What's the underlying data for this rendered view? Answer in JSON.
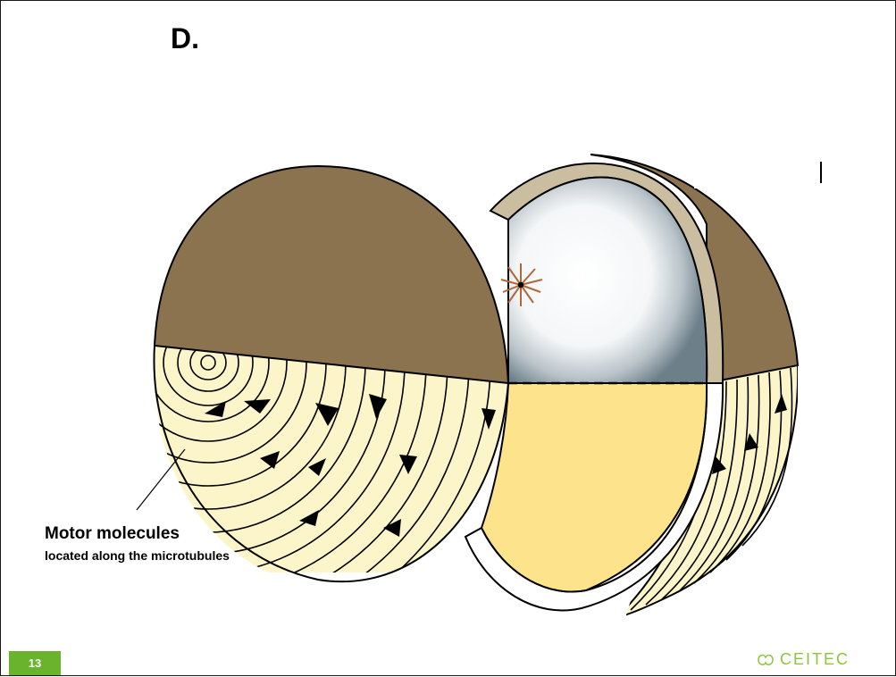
{
  "slide": {
    "title": "D.",
    "page_number": "13",
    "logo_text": "CEITEC"
  },
  "labels": {
    "motor_title": "Motor molecules",
    "motor_subtitle": "located along the microtubules"
  },
  "colors": {
    "brown_hemisphere": "#8c7350",
    "cream_region": "#fcf5c9",
    "yellow_cytoplasm": "#fce38c",
    "shell_tan": "#cbbd9f",
    "aster": "#b0683a",
    "badge_green": "#6ab42d",
    "logo_green": "#8cc63f"
  },
  "icons": {
    "logo": "ceitec-leaf-logo-icon",
    "aster": "microtubule-aster-icon",
    "arrow": "motor-direction-arrow-icon"
  }
}
